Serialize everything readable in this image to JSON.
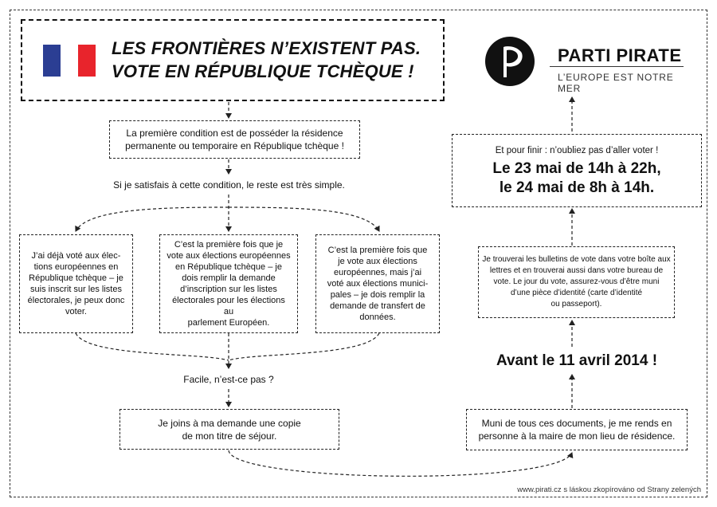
{
  "title": {
    "lines": [
      "LES FRONTIÈRES N’EXISTENT PAS.",
      "VOTE EN RÉPUBLIQUE TCHÈQUE !"
    ],
    "flag_colors": [
      "#2b3e93",
      "#ffffff",
      "#e8242c"
    ]
  },
  "logo": {
    "name": "PARTI PIRATE",
    "slogan": "L’EUROPE EST NOTRE MER",
    "icon": "pirate-flag-logo"
  },
  "condition": {
    "lines": [
      "La première condition est de posséder la résidence",
      "permanente ou temporaire en République tchèque !"
    ]
  },
  "simple_text": "Si je satisfais à cette condition, le reste est très simple.",
  "options": [
    {
      "lines": [
        "J’ai déjà voté aux élec-",
        "tions européennes en",
        "République tchèque – je",
        "suis inscrit sur les listes",
        "électorales, je peux donc",
        "voter."
      ]
    },
    {
      "lines": [
        "C’est la première fois que je",
        "vote aux élections européennes",
        "en République tchèque – je",
        "dois remplir la demande",
        "d’inscription sur les listes",
        "électorales pour les élections au",
        "parlement Européen."
      ]
    },
    {
      "lines": [
        "C’est la première fois que",
        "je vote aux élections",
        "européennes, mais j’ai",
        "voté aux élections munici-",
        "pales – je dois remplir la",
        "demande de transfert de",
        "données."
      ]
    }
  ],
  "facile_text": "Facile, n’est-ce pas ?",
  "copie": {
    "lines": [
      "Je joins à ma demande une copie",
      "de mon titre de séjour."
    ]
  },
  "muni": {
    "lines": [
      "Muni de tous ces documents, je me rends en",
      "personne à la maire de mon lieu de résidence."
    ]
  },
  "deadline": "Avant le 11 avril 2014 !",
  "bulletins": {
    "lines": [
      "Je trouverai les bulletins de vote dans votre boîte aux",
      "lettres et en trouverai aussi dans votre bureau de",
      "vote. Le jour du vote, assurez-vous d’être muni",
      "d’une pièce d’identité (carte d’identité",
      "ou passeport)."
    ]
  },
  "final": {
    "intro": "Et pour finir : n’oubliez pas d’aller voter !",
    "dates": [
      "Le 23 mai de 14h à 22h,",
      "le 24 mai de 8h à 14h."
    ]
  },
  "footer": "www.pirati.cz s láskou zkopírováno od Strany zelených"
}
